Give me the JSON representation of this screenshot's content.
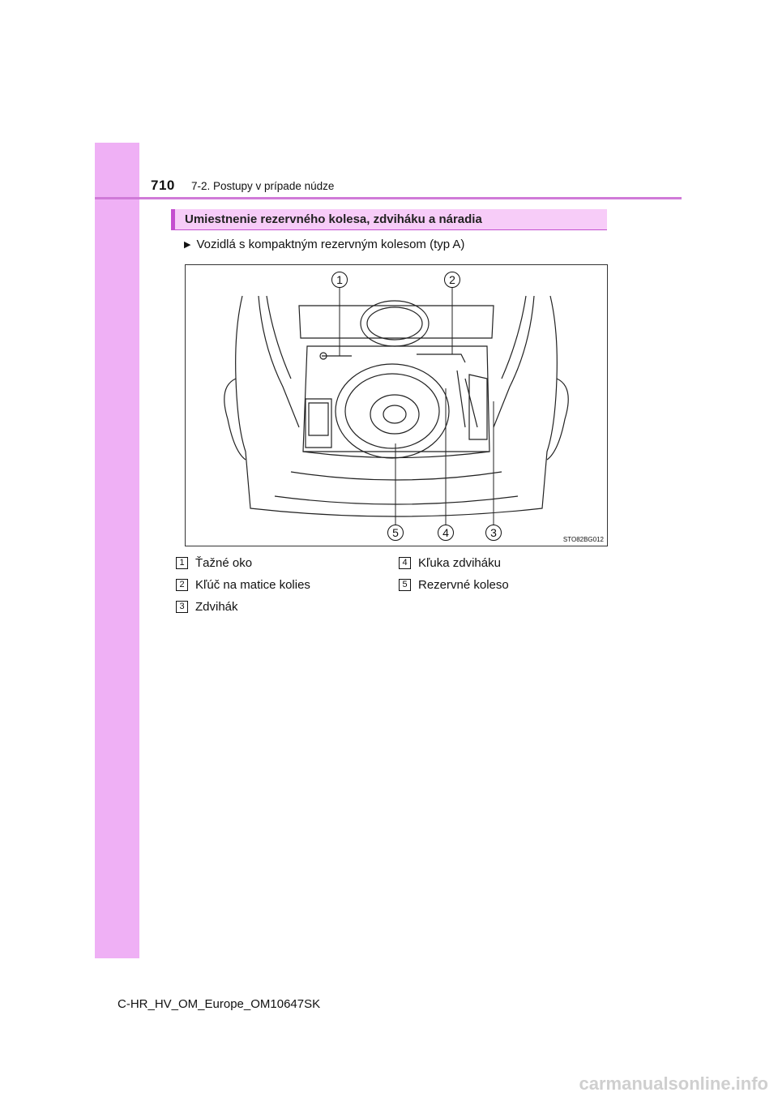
{
  "header": {
    "page_number": "710",
    "chapter_title": "7-2. Postupy v prípade núdze"
  },
  "section": {
    "heading": "Umiestnenie rezervného kolesa, zdviháku a náradia"
  },
  "bullet": {
    "symbol": "▶",
    "text": "Vozidlá s kompaktným rezervným kolesom (typ A)"
  },
  "figure": {
    "code": "STO82BG012",
    "callouts": [
      "1",
      "2",
      "3",
      "4",
      "5"
    ]
  },
  "legend": [
    {
      "num": "1",
      "label": "Ťažné oko"
    },
    {
      "num": "2",
      "label": "Kľúč na matice kolies"
    },
    {
      "num": "3",
      "label": "Zdvihák"
    },
    {
      "num": "4",
      "label": "Kľuka zdviháku"
    },
    {
      "num": "5",
      "label": "Rezervné koleso"
    }
  ],
  "footer": {
    "doc_code": "C-HR_HV_OM_Europe_OM10647SK"
  },
  "watermark": "carmanualsonline.info",
  "colors": {
    "side_strip": "#efb0f5",
    "heading_background": "#f7ccf8",
    "heading_accent": "#c44fcf"
  }
}
